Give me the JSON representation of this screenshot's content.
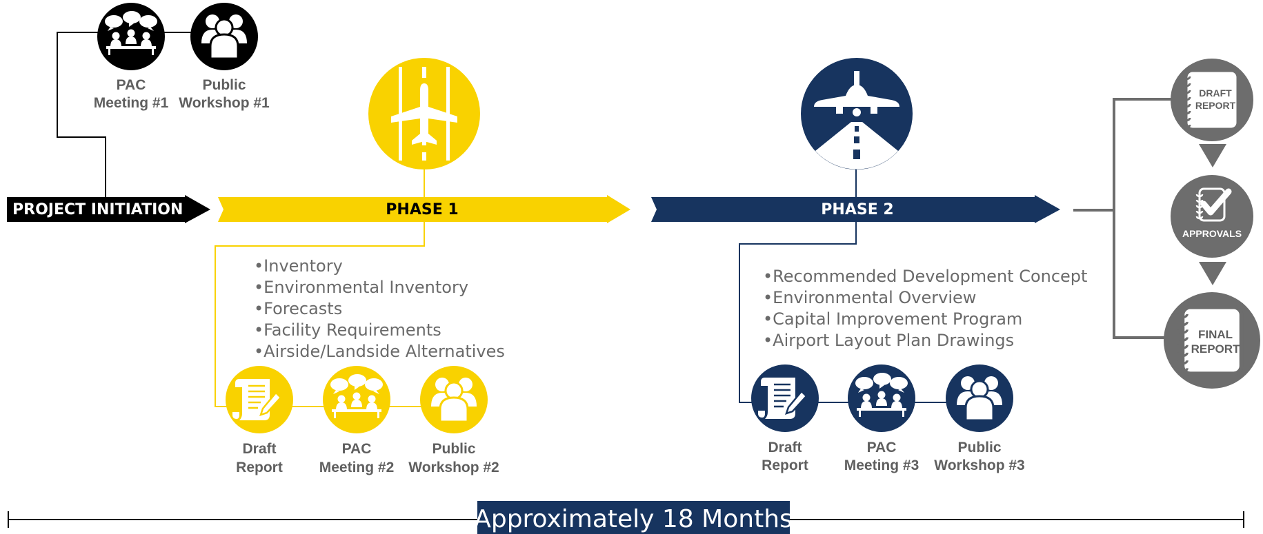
{
  "colors": {
    "yellow": "#f9d200",
    "navy": "#17345f",
    "black": "#000000",
    "gray": "#6d6d6d",
    "text_gray": "#5f5f5f"
  },
  "start": {
    "arrow_label": "PROJECT INITIATION",
    "pac": {
      "icon": "meeting-icon",
      "line1": "PAC",
      "line2": "Meeting #1"
    },
    "public": {
      "icon": "people-icon",
      "line1": "Public",
      "line2": "Workshop #1"
    }
  },
  "phase1": {
    "arrow_label": "PHASE 1",
    "icon": "runway-airplane-icon",
    "bullets": [
      "•Inventory",
      "•Environmental Inventory",
      "•Forecasts",
      "•Facility Requirements",
      "•Airside/Landside Alternatives"
    ],
    "milestones": [
      {
        "icon": "document-icon",
        "line1": "Draft",
        "line2": "Report"
      },
      {
        "icon": "meeting-icon",
        "line1": "PAC",
        "line2": "Meeting #2"
      },
      {
        "icon": "people-icon",
        "line1": "Public",
        "line2": "Workshop #2"
      }
    ]
  },
  "phase2": {
    "arrow_label": "PHASE 2",
    "icon": "landing-airplane-icon",
    "bullets": [
      "•Recommended Development Concept",
      "•Environmental Overview",
      "•Capital Improvement Program",
      "•Airport Layout Plan Drawings"
    ],
    "milestones": [
      {
        "icon": "document-icon",
        "line1": "Draft",
        "line2": "Report"
      },
      {
        "icon": "meeting-icon",
        "line1": "PAC",
        "line2": "Meeting #3"
      },
      {
        "icon": "people-icon",
        "line1": "Public",
        "line2": "Workshop #3"
      }
    ]
  },
  "final_steps": [
    {
      "icon": "notebook-icon",
      "line1": "DRAFT",
      "line2": "REPORT"
    },
    {
      "icon": "checkmark-icon",
      "line1": "APPROVALS",
      "line2": ""
    },
    {
      "icon": "notebook-icon",
      "line1": "FINAL",
      "line2": "REPORT"
    }
  ],
  "timeline": {
    "label": "Approximately 18 Months"
  }
}
